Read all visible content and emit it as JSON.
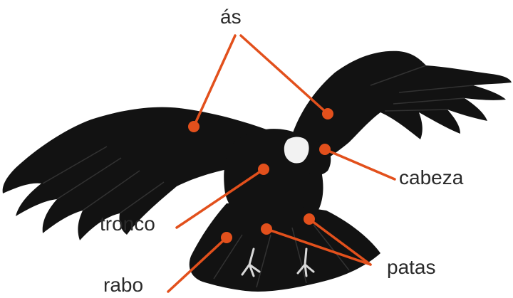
{
  "labels": {
    "as": "ás",
    "cabeza": "cabeza",
    "tronco": "tronco",
    "patas": "patas",
    "rabo": "rabo"
  },
  "colors": {
    "pointer": "#e2501c",
    "bird": "#121212",
    "feather_highlight": "#3a3a3a",
    "ruff": "#f2f2f2",
    "background": "#ffffff"
  }
}
